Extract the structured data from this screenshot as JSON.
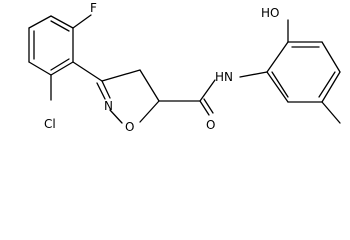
{
  "molecule": {
    "atoms": {
      "fluorine": "F",
      "chlorine": "Cl",
      "isoxazoline_nitrogen": "N",
      "isoxazoline_oxygen": "O",
      "carbonyl_oxygen": "O",
      "amide_nh": "HN",
      "hydroxyl": "HO"
    }
  }
}
